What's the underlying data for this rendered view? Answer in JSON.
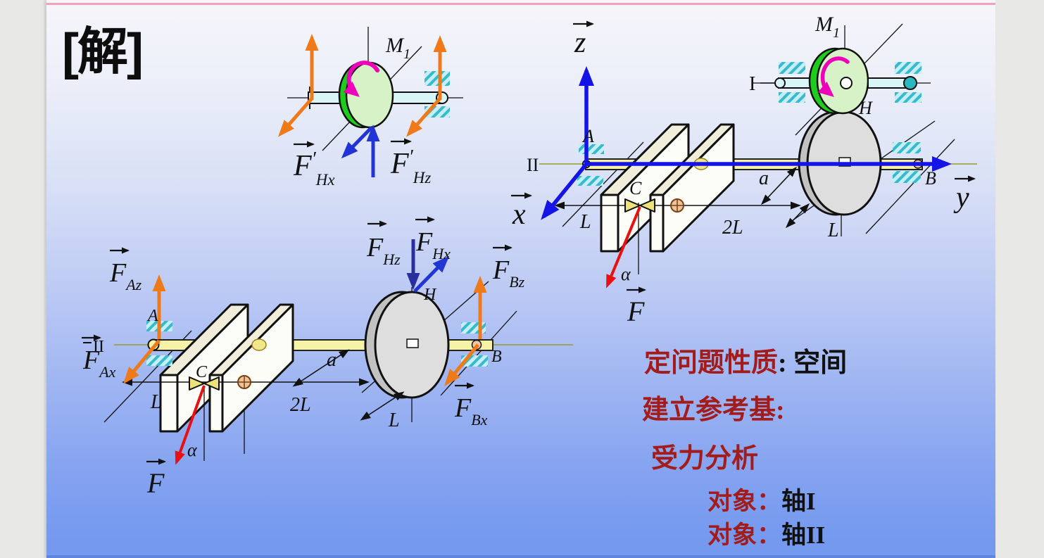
{
  "title": "[解]",
  "notes": {
    "line1_red": "定问题性质",
    "line1_black": ": 空间",
    "line2_red": "建立参考基:",
    "line3_red": "受力分析",
    "line4_red": "对象：",
    "line4_black": "轴I",
    "line5_red": "对象：",
    "line5_black": "轴II"
  },
  "shaft1_fbd": {
    "M": "M",
    "M_sub": "1",
    "FHx": "F",
    "FHx_prime": "′",
    "FHx_sub": "Hx",
    "FHz": "F",
    "FHz_prime": "′",
    "FHz_sub": "Hz"
  },
  "system": {
    "axis_z": "z",
    "axis_x": "x",
    "axis_y": "y",
    "shaft_I": "I",
    "shaft_II": "II",
    "A": "A",
    "B": "B",
    "C": "C",
    "H": "H",
    "M": "M",
    "M_sub": "1",
    "dim_L1": "L",
    "dim_2L": "2L",
    "dim_a": "a",
    "dim_L2": "L",
    "alpha": "α",
    "F": "F"
  },
  "shaft2_fbd": {
    "II": "II",
    "A": "A",
    "B": "B",
    "C": "C",
    "H": "H",
    "FAz": "F",
    "FAz_sub": "Az",
    "FAx": "F",
    "FAx_sub": "Ax",
    "FHz": "F",
    "FHz_sub": "Hz",
    "FHx": "F",
    "FHx_sub": "Hx",
    "FBz": "F",
    "FBz_sub": "Bz",
    "FBx": "F",
    "FBx_sub": "Bx",
    "dim_L1": "L",
    "dim_2L": "2L",
    "dim_a": "a",
    "dim_L2": "L",
    "alpha": "α",
    "F": "F"
  },
  "colors": {
    "accent_topline": "#f2a0b8",
    "note_red": "#a21c1c",
    "orange_force": "#ef7a1a",
    "blue_force": "#2135d6",
    "dark_blue_force": "#2a2f9e",
    "axis_blue": "#1414e6",
    "red_force": "#e81010",
    "moment_magenta": "#ee00bb",
    "gear_green_rim": "#1ecc1e",
    "gear_green_face": "#d6f2c6",
    "gear_gray_face": "#dedede",
    "shaft_yellow": "#f7f3a6",
    "shaft_cyan": "#d9f6f6",
    "bearing_hatch": "#bfeef2"
  }
}
